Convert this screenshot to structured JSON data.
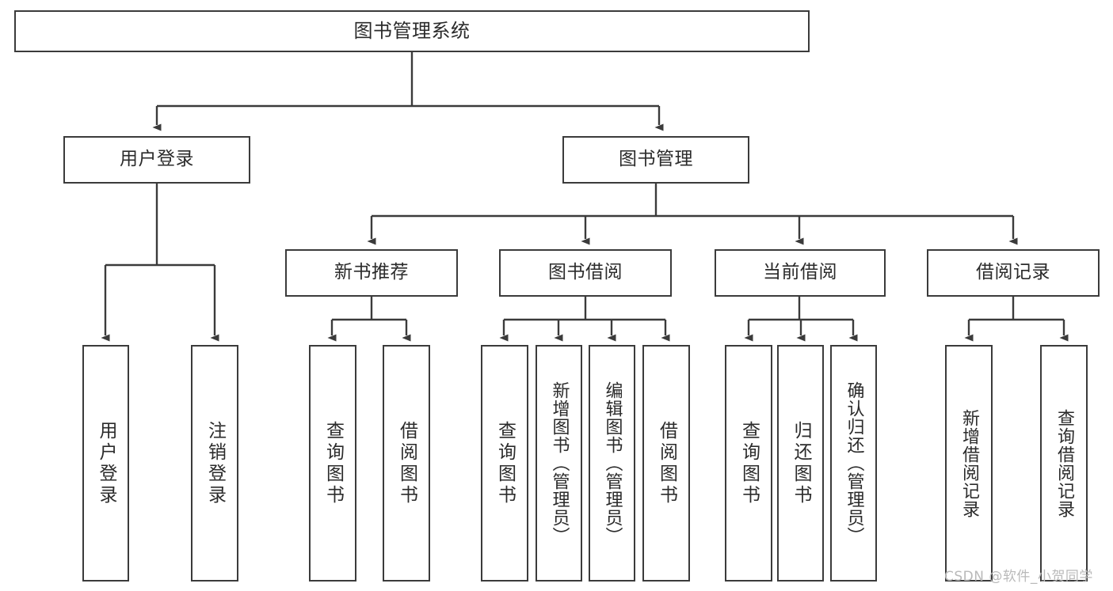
{
  "diagram": {
    "title": "图书管理系统",
    "type": "hierarchy-tree",
    "watermark": "CSDN @软件_小贺同学",
    "colors": {
      "stroke": "#3b3b3b",
      "background": "#ffffff",
      "text": "#2b2b2b",
      "watermark": "#b9b9b9"
    },
    "root": {
      "label": "图书管理系统"
    },
    "level1": [
      {
        "label": "用户登录"
      },
      {
        "label": "图书管理"
      }
    ],
    "level2": [
      {
        "label": "新书推荐"
      },
      {
        "label": "图书借阅"
      },
      {
        "label": "当前借阅"
      },
      {
        "label": "借阅记录"
      }
    ],
    "leaves": {
      "user_login": [
        {
          "label": "用户登录"
        },
        {
          "label": "注销登录"
        }
      ],
      "new_book_recommend": [
        {
          "label": "查询图书"
        },
        {
          "label": "借阅图书"
        }
      ],
      "book_borrow": [
        {
          "label": "查询图书"
        },
        {
          "label": "新增图书（管理员）"
        },
        {
          "label": "编辑图书（管理员）"
        },
        {
          "label": "借阅图书"
        }
      ],
      "current_borrow": [
        {
          "label": "查询图书"
        },
        {
          "label": "归还图书"
        },
        {
          "label": "确认归还（管理员）"
        }
      ],
      "borrow_record": [
        {
          "label": "新增借阅记录"
        },
        {
          "label": "查询借阅记录"
        }
      ]
    }
  }
}
